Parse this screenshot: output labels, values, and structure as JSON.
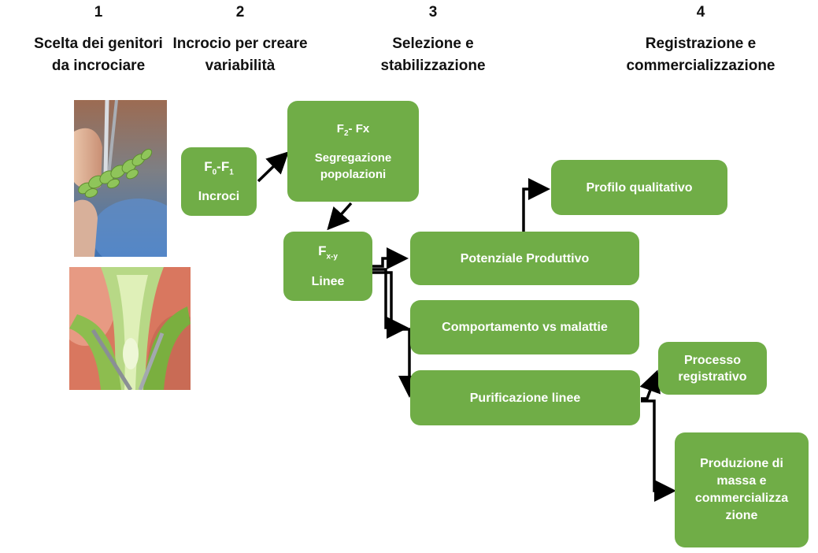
{
  "columns": [
    {
      "num": "1",
      "title": "Scelta dei genitori da incrociare"
    },
    {
      "num": "2",
      "title": "Incrocio per creare variabilità"
    },
    {
      "num": "3",
      "title": "Selezione e stabilizzazione"
    },
    {
      "num": "4",
      "title": "Registrazione e commercializzazione"
    }
  ],
  "boxes": {
    "crosses": {
      "gen_main": "F",
      "gen_sub1": "0",
      "gen_sep": "-F",
      "gen_sub2": "1",
      "label": "Incroci"
    },
    "segregation": {
      "gen_main": "F",
      "gen_sub1": "2",
      "gen_sep": "- Fx",
      "label": "Segregazione popolazioni"
    },
    "lines": {
      "gen_main": "F",
      "gen_sub1": "x-y",
      "label": "Linee"
    },
    "quality": {
      "label": "Profilo qualitativo"
    },
    "yield": {
      "label": "Potenziale Produttivo"
    },
    "disease": {
      "label": "Comportamento vs malattie"
    },
    "purification": {
      "label": "Purificazione linee"
    },
    "registration": {
      "label": "Processo registrativo"
    },
    "mass_production": {
      "label": "Produzione di massa e commercializza zione"
    }
  },
  "colors": {
    "box_fill": "#70ad47",
    "box_text": "#ffffff",
    "arrow": "#000000"
  }
}
